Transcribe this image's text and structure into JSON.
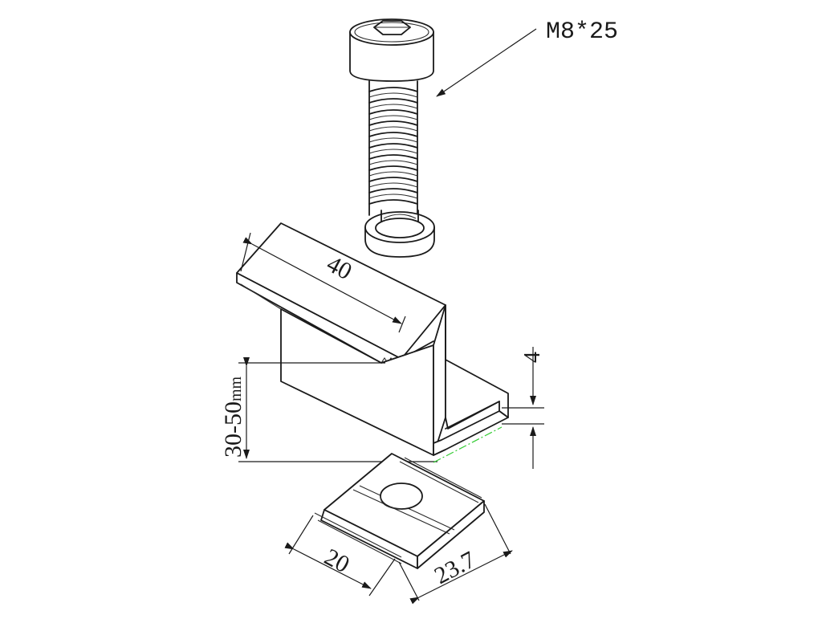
{
  "figure": {
    "colors": {
      "line": "#1a1a1a",
      "background": "#ffffff",
      "centerline": "#33cc33"
    }
  },
  "labels": {
    "bolt_spec": "M8*25",
    "clamp_width": "40",
    "thickness": "4",
    "height_range": "30-50",
    "height_unit": "mm",
    "nut_width": "20",
    "nut_length": "23.7"
  }
}
